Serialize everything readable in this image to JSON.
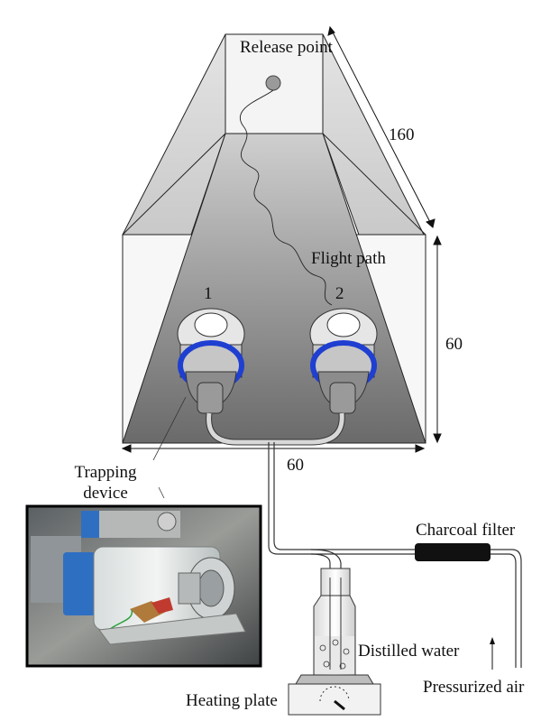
{
  "labels": {
    "release_point": "Release point",
    "flight_path": "Flight path",
    "port_1": "1",
    "port_2": "2",
    "trapping_device": "Trapping device",
    "charcoal_filter": "Charcoal filter",
    "distilled_water": "Distilled water",
    "pressurized_air": "Pressurized air",
    "heating_plate": "Heating plate"
  },
  "dimensions": {
    "length": "160",
    "height": "60",
    "width": "60"
  },
  "colors": {
    "tunnel_outline": "#000000",
    "inner_funnel_top": "#c8c8c8",
    "inner_funnel_bottom": "#6e6e6e",
    "outer_wall": "#d9d9d9",
    "ring": "#1f3fd1",
    "filter": "#111111",
    "photo_frame": "#000000"
  },
  "icons": {
    "photo": "trapping-device-photo",
    "gauge": "heating-plate-dial-icon"
  }
}
